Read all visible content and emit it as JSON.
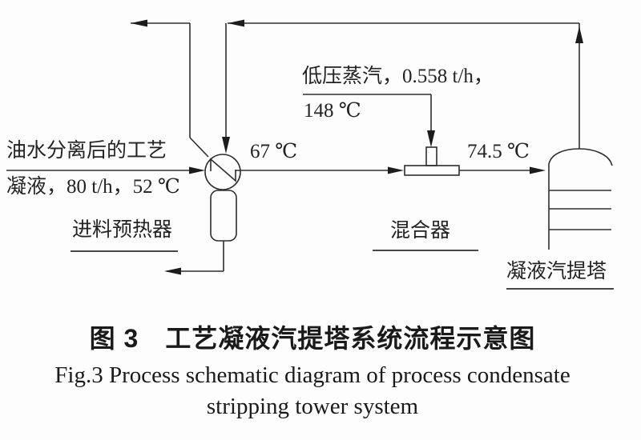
{
  "figure": {
    "type": "process-flow-diagram",
    "colors": {
      "line": "#2e2e2e",
      "arrow_fill": "#1c1c1c",
      "text": "#232323",
      "background": "#fdfdfd"
    }
  },
  "streams": {
    "feed_label_line1": "油水分离后的工艺",
    "feed_label_line2": "凝液，80 t/h，52 ℃",
    "temp_after_preheater": "67 ℃",
    "steam_label_line1": "低压蒸汽，0.558 t/h，",
    "steam_label_line2": "148 ℃",
    "temp_after_mixer": "74.5 ℃"
  },
  "equipment": {
    "preheater_label": "进料预热器",
    "mixer_label": "混合器",
    "tower_label": "凝液汽提塔"
  },
  "caption": {
    "zh": "图 3　工艺凝液汽提塔系统流程示意图",
    "en_line1": "Fig.3  Process schematic diagram of process condensate",
    "en_line2": "stripping tower system"
  }
}
